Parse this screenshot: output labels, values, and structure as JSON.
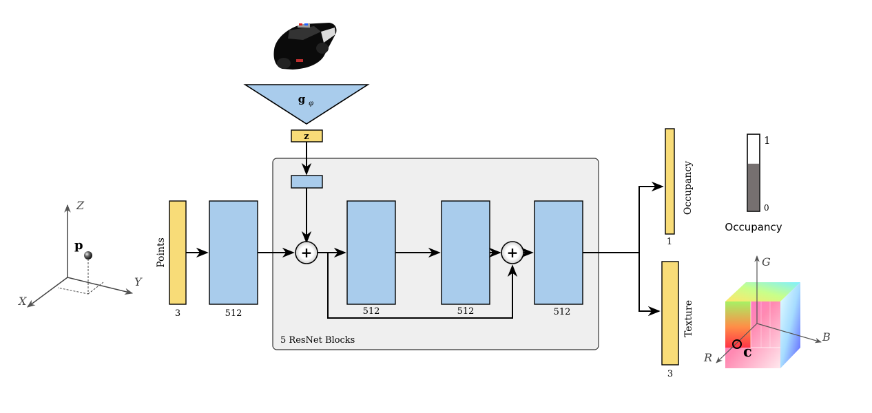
{
  "encoder": {
    "label_main": "g",
    "label_sub": "φ",
    "latent_label": "z"
  },
  "input": {
    "label": "Points",
    "dim": "3"
  },
  "layers": {
    "first_dim": "512",
    "block1_dim": "512",
    "block2_dim": "512",
    "last_dim": "512"
  },
  "resnet": {
    "label": "5 ResNet Blocks",
    "plus": "+"
  },
  "outputs": {
    "occupancy_label": "Occupancy",
    "occupancy_dim": "1",
    "texture_label": "Texture",
    "texture_dim": "3"
  },
  "axes3d": {
    "x": "X",
    "y": "Y",
    "z": "Z",
    "point": "p"
  },
  "occupancy_gauge": {
    "max": "1",
    "min": "0",
    "caption": "Occupancy",
    "level": 0.62
  },
  "color_cube": {
    "r": "R",
    "g": "G",
    "b": "B",
    "c": "c"
  },
  "colors": {
    "blue_block": "#a9ccec",
    "yellow_block": "#f8dc78",
    "panel_bg": "#efefef"
  }
}
